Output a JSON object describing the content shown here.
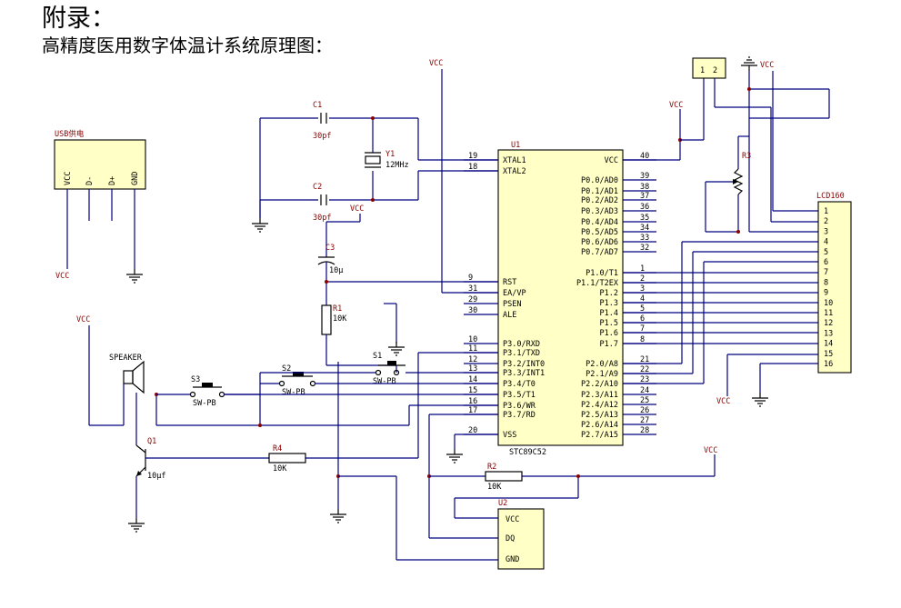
{
  "document": {
    "heading": "附录：",
    "subheading": "高精度医用数字体温计系统原理图："
  },
  "colors": {
    "wire": "#000080",
    "label": "#8b0000",
    "part_fill": "#ffffc6",
    "junction": "#8b0000"
  },
  "parts": {
    "usb": {
      "ref": "USB供电",
      "pins": [
        "VCC",
        "D-",
        "D+",
        "GND"
      ]
    },
    "mcu": {
      "ref": "U1",
      "model": "STC89C52",
      "left_pins": [
        {
          "num": "19",
          "name": "XTAL1"
        },
        {
          "num": "18",
          "name": "XTAL2"
        },
        {
          "num": "9",
          "name": "RST"
        },
        {
          "num": "31",
          "name": "EA/VP"
        },
        {
          "num": "29",
          "name": "PSEN"
        },
        {
          "num": "30",
          "name": "ALE"
        },
        {
          "num": "10",
          "name": "P3.0/RXD"
        },
        {
          "num": "11",
          "name": "P3.1/TXD"
        },
        {
          "num": "12",
          "name": "P3.2/INT0"
        },
        {
          "num": "13",
          "name": "P3.3/INT1"
        },
        {
          "num": "14",
          "name": "P3.4/T0"
        },
        {
          "num": "15",
          "name": "P3.5/T1"
        },
        {
          "num": "16",
          "name": "P3.6/WR"
        },
        {
          "num": "17",
          "name": "P3.7/RD"
        },
        {
          "num": "20",
          "name": "VSS"
        }
      ],
      "right_pins": [
        {
          "num": "40",
          "name": "VCC"
        },
        {
          "num": "39",
          "name": "P0.0/AD0"
        },
        {
          "num": "38",
          "name": "P0.1/AD1"
        },
        {
          "num": "37",
          "name": "P0.2/AD2"
        },
        {
          "num": "36",
          "name": "P0.3/AD3"
        },
        {
          "num": "35",
          "name": "P0.4/AD4"
        },
        {
          "num": "34",
          "name": "P0.5/AD5"
        },
        {
          "num": "33",
          "name": "P0.6/AD6"
        },
        {
          "num": "32",
          "name": "P0.7/AD7"
        },
        {
          "num": "1",
          "name": "P1.0/T1"
        },
        {
          "num": "2",
          "name": "P1.1/T2EX"
        },
        {
          "num": "3",
          "name": "P1.2"
        },
        {
          "num": "4",
          "name": "P1.3"
        },
        {
          "num": "5",
          "name": "P1.4"
        },
        {
          "num": "6",
          "name": "P1.5"
        },
        {
          "num": "7",
          "name": "P1.6"
        },
        {
          "num": "8",
          "name": "P1.7"
        },
        {
          "num": "21",
          "name": "P2.0/A8"
        },
        {
          "num": "22",
          "name": "P2.1/A9"
        },
        {
          "num": "23",
          "name": "P2.2/A10"
        },
        {
          "num": "24",
          "name": "P2.3/A11"
        },
        {
          "num": "25",
          "name": "P2.4/A12"
        },
        {
          "num": "26",
          "name": "P2.5/A13"
        },
        {
          "num": "27",
          "name": "P2.6/A14"
        },
        {
          "num": "28",
          "name": "P2.7/A15"
        }
      ]
    },
    "lcd": {
      "ref": "LCD160",
      "pins": [
        "1",
        "2",
        "3",
        "4",
        "5",
        "6",
        "7",
        "8",
        "9",
        "10",
        "11",
        "12",
        "13",
        "14",
        "15",
        "16"
      ]
    },
    "sensor": {
      "ref": "U2",
      "pins": [
        "VCC",
        "DQ",
        "GND"
      ]
    },
    "c1": {
      "ref": "C1",
      "value": "30pf"
    },
    "c2": {
      "ref": "C2",
      "value": "30pf"
    },
    "c3": {
      "ref": "C3",
      "value": "10μ"
    },
    "y1": {
      "ref": "Y1",
      "value": "12MHz"
    },
    "r1": {
      "ref": "R1",
      "value": "10K"
    },
    "r2": {
      "ref": "R2",
      "value": "10K"
    },
    "r3": {
      "ref": "R3"
    },
    "r4": {
      "ref": "R4",
      "value": "10K"
    },
    "q1": {
      "ref": "Q1",
      "value": "10μf"
    },
    "speaker": {
      "ref": "SPEAKER"
    },
    "s1": {
      "ref": "S1",
      "value": "SW-PB"
    },
    "s2": {
      "ref": "S2",
      "value": "SW-PB"
    },
    "s3": {
      "ref": "S3",
      "value": "SW-PB"
    },
    "jumper": {
      "pins": [
        "1",
        "2"
      ]
    }
  },
  "power": {
    "vcc": "VCC"
  }
}
